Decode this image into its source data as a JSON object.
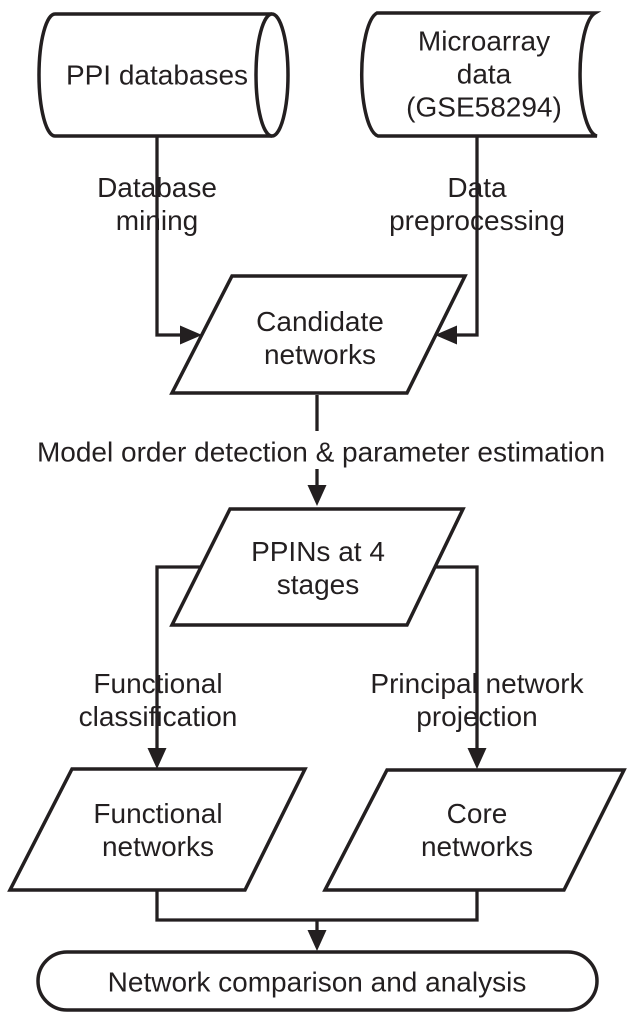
{
  "figure": {
    "type": "flowchart",
    "background_color": "#ffffff",
    "line_color": "#231f20"
  },
  "nodes": {
    "ppi_databases": {
      "shape": "cylinder",
      "lines": [
        "PPI databases"
      ]
    },
    "microarray_data": {
      "shape": "stored_data",
      "lines": [
        "Microarray",
        "data",
        "(GSE58294)"
      ]
    },
    "candidate_networks": {
      "shape": "parallelogram",
      "lines": [
        "Candidate",
        "networks"
      ]
    },
    "ppins_at_4_stages": {
      "shape": "parallelogram",
      "lines": [
        "PPINs at 4",
        "stages"
      ]
    },
    "functional_networks": {
      "shape": "parallelogram",
      "lines": [
        "Functional",
        "networks"
      ]
    },
    "core_networks": {
      "shape": "parallelogram",
      "lines": [
        "Core",
        "networks"
      ]
    },
    "network_comparison": {
      "shape": "stadium",
      "lines": [
        "Network comparison and analysis"
      ]
    }
  },
  "edge_labels": {
    "database_mining": {
      "lines": [
        "Database",
        "mining"
      ]
    },
    "data_preprocessing": {
      "lines": [
        "Data",
        "preprocessing"
      ]
    },
    "model_order_detection": {
      "lines": [
        "Model order detection & parameter estimation"
      ]
    },
    "functional_classification": {
      "lines": [
        "Functional",
        "classification"
      ]
    },
    "principal_network_projection": {
      "lines": [
        "Principal network",
        "projection"
      ]
    }
  }
}
